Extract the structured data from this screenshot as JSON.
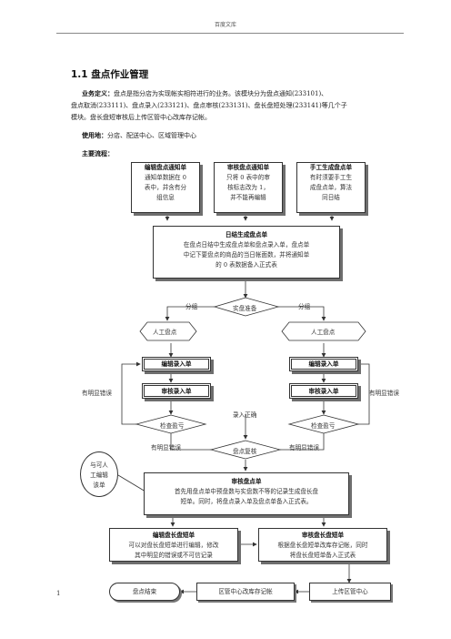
{
  "header": {
    "site": "百度文库"
  },
  "section": {
    "title": "1.1  盘点作业管理"
  },
  "definition": {
    "label": "业务定义：",
    "line1": "盘点是指分店为实现帐实相符进行的业务。该模块分为盘点通知(233101)、",
    "line2": "盘点取消(233111)、盘点录入(233121)、盘点审核(233131)、盘长盘短处理(233141)等几个子",
    "line3": "模块。盘长盘短审核后上传区管中心改库存记帐。"
  },
  "usage": {
    "label": "使用地：",
    "text": "分店、配送中心、区域管理中心"
  },
  "flow": {
    "label": "主要流程：",
    "box_edit_notice": {
      "title": "编辑盘点通知单",
      "l1": "通知单数据在 0",
      "l2": "表中，并含有分",
      "l3": "组信息"
    },
    "box_audit_notice": {
      "title": "审核盘点通知单",
      "l1": "只将 0 表中的审",
      "l2": "核标志改为 1，",
      "l3": "并不能再编辑"
    },
    "box_manual_gen": {
      "title": "手工生成盘点单",
      "l1": "有时须要手工生",
      "l2": "成盘点单，算法",
      "l3": "同日结"
    },
    "box_daily_gen": {
      "title": "日结生成盘点单",
      "l1": "在盘点日结中生成盘点单和盘点录入单，盘点单",
      "l2": "中记下要盘点的商品的当日帐面数，并将通知单",
      "l3": "的 0 表数据备入正式表"
    },
    "split_left": "分组",
    "split_right": "分组",
    "prep": "实盘准备",
    "manual_left": "人工盘点",
    "manual_right": "人工盘点",
    "edit_entry_left": "编辑录入单",
    "edit_entry_right": "编辑录入单",
    "audit_entry_left": "审核录入单",
    "audit_entry_right": "审核录入单",
    "error_left": "有明显错误",
    "error_right": "有明显错误",
    "entry_ok": "录入正确",
    "check_left": "检查盈亏",
    "check_right": "检查盈亏",
    "error_bottom_left": "有明显错误",
    "error_bottom_right": "有明显错误",
    "recheck": "盘点复核",
    "callout_l1": "与可人",
    "callout_l2": "工编辑",
    "callout_l3": "该单",
    "box_audit_count": {
      "title": "审核盘点单",
      "l1": "首先用盘点单中预盘数与实盘数不等的记录生成盘长盘",
      "l2": "短单。同时，将盘点录入单及盘点单备入正式表。"
    },
    "box_edit_diff": {
      "title": "编辑盘长盘短单",
      "l1": "可以对盘长盘短单进行编辑，修改",
      "l2": "其中明显的错误或不可信记录"
    },
    "box_audit_diff": {
      "title": "审核盘长盘短单",
      "l1": "根据盘长盘短单改库存记帐，同时",
      "l2": "将盘长盘短单备入正式表"
    },
    "end": "盘点结束",
    "region_change": "区管中心改库存记帐",
    "upload": "上传区管中心"
  },
  "page_number": "1"
}
